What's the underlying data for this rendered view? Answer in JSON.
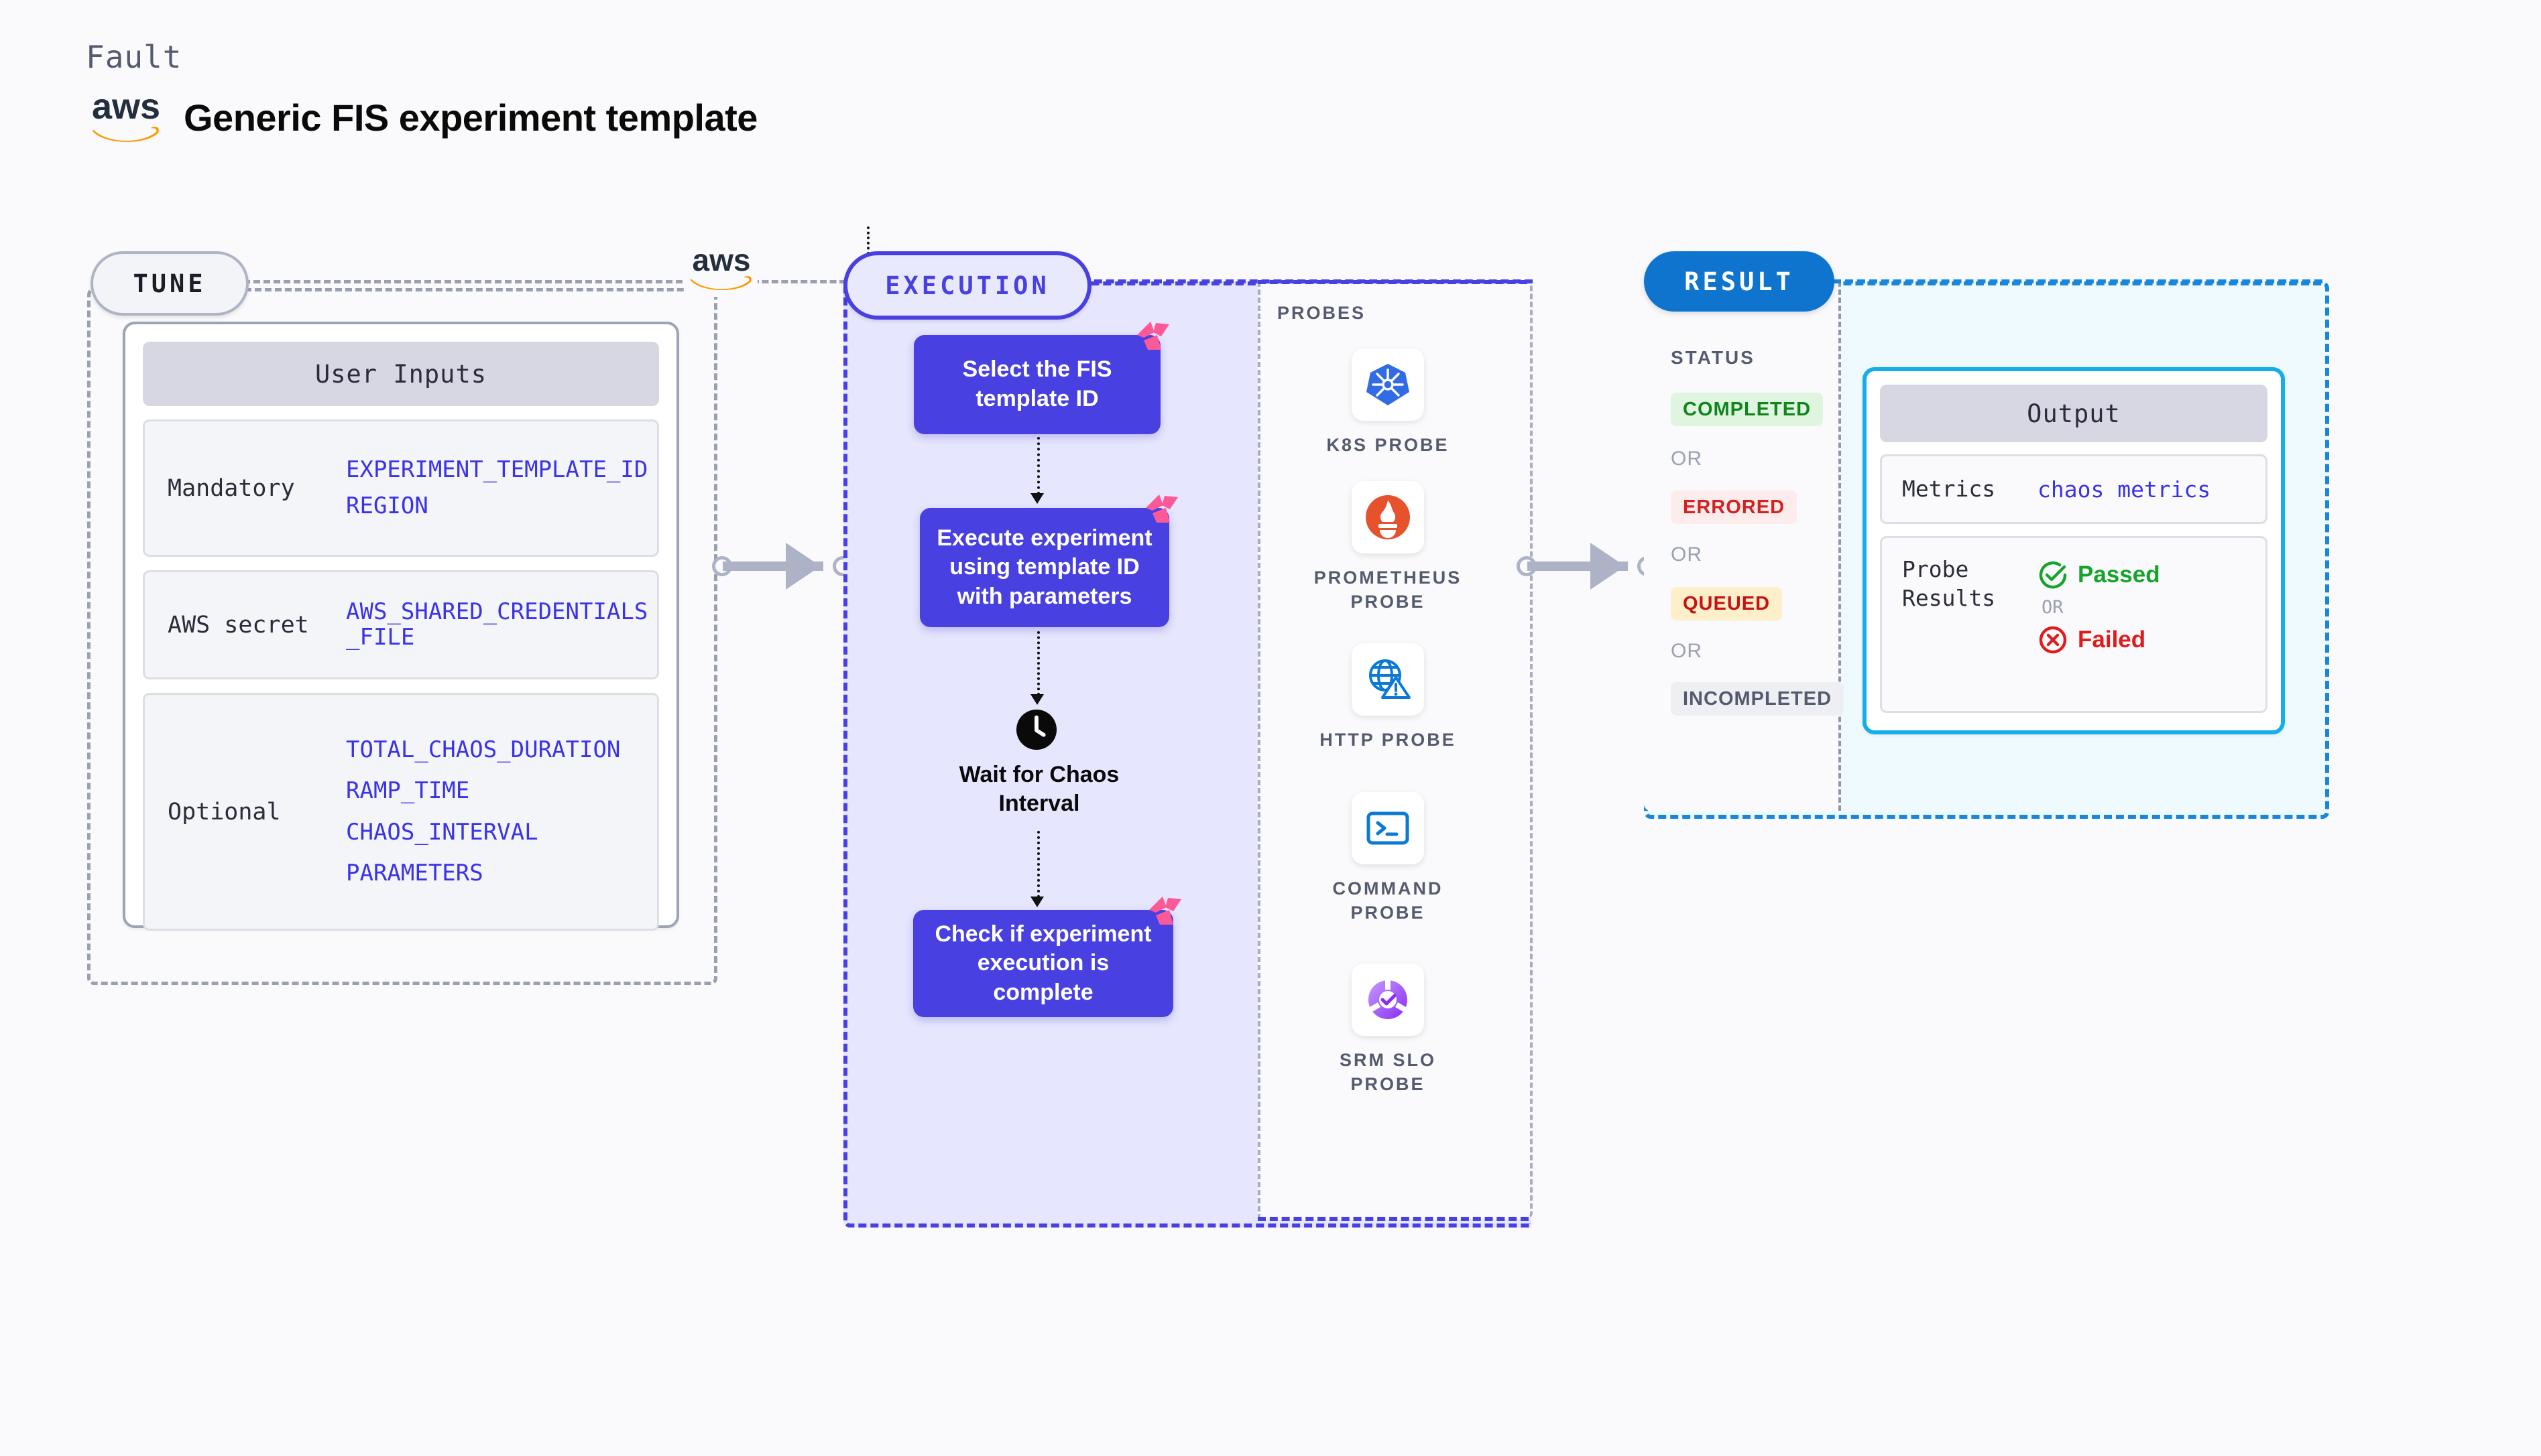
{
  "header": {
    "eyebrow": "Fault",
    "title": "Generic FIS experiment template",
    "aws_logo": "aws-logo",
    "aws_wordmark": "aws"
  },
  "tune": {
    "pill_label": "TUNE",
    "card_header": "User Inputs",
    "rows": [
      {
        "label": "Mandatory",
        "values": [
          "EXPERIMENT_TEMPLATE_ID",
          "REGION"
        ]
      },
      {
        "label": "AWS secret",
        "values": [
          "AWS_SHARED_CREDENTIALS\n_FILE"
        ]
      },
      {
        "label": "Optional",
        "values": [
          "TOTAL_CHAOS_DURATION",
          "RAMP_TIME",
          "CHAOS_INTERVAL",
          "PARAMETERS"
        ]
      }
    ]
  },
  "execution": {
    "pill_label": "EXECUTION",
    "steps": [
      {
        "text": "Select the FIS\ntemplate ID",
        "badge": "litmus-badge-icon"
      },
      {
        "text": "Execute experiment\nusing template ID\nwith parameters",
        "badge": "litmus-badge-icon"
      },
      {
        "text": "Check if experiment\nexecution is complete",
        "badge": "litmus-badge-icon"
      }
    ],
    "wait": {
      "icon": "clock-icon",
      "label": "Wait for Chaos\nInterval"
    }
  },
  "probes": {
    "title": "PROBES",
    "items": [
      {
        "label": "K8S PROBE",
        "icon": "kubernetes-icon"
      },
      {
        "label": "PROMETHEUS\nPROBE",
        "icon": "prometheus-icon"
      },
      {
        "label": "HTTP PROBE",
        "icon": "http-globe-warning-icon"
      },
      {
        "label": "COMMAND\nPROBE",
        "icon": "terminal-icon"
      },
      {
        "label": "SRM SLO\nPROBE",
        "icon": "srm-slo-donut-icon"
      }
    ]
  },
  "result": {
    "pill_label": "RESULT",
    "status_title": "STATUS",
    "or_label": "OR",
    "statuses": [
      {
        "label": "COMPLETED",
        "color": "#11841C",
        "bg": "#DFF5DF"
      },
      {
        "label": "ERRORED",
        "color": "#D32222",
        "bg": "#FDECEC"
      },
      {
        "label": "QUEUED",
        "color": "#C41414",
        "bg": "#FCEFC9"
      },
      {
        "label": "INCOMPLETED",
        "color": "#555B6E",
        "bg": "#EEEFF3"
      }
    ],
    "output": {
      "header": "Output",
      "metrics_label": "Metrics",
      "metrics_value": "chaos metrics",
      "probe_results_label": "Probe\nResults",
      "passed_label": "Passed",
      "failed_label": "Failed",
      "or_label": "OR",
      "passed_icon": "check-circle-icon",
      "failed_icon": "x-circle-icon"
    }
  },
  "colors": {
    "page_bg": "#FAFAFC",
    "tune_border": "#9AA0B0",
    "execution_accent": "#4840E0",
    "execution_fill": "#E6E6FE",
    "result_accent": "#1786DC",
    "result_fill": "#EEFAFE",
    "output_border": "#16AEE8",
    "litmus_pink": "#FB5A96",
    "aws_orange": "#FF9900",
    "connector_gray": "#AEB2C6"
  }
}
